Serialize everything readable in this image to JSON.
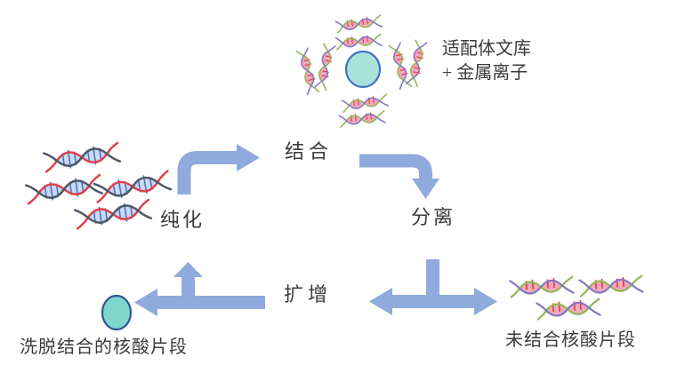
{
  "labels": {
    "library_line1": "适配体文库",
    "library_line2": "+ 金属离子",
    "bind": "结合",
    "separate": "分离",
    "amplify": "扩增",
    "purify": "纯化",
    "eluted": "洗脱结合的核酸片段",
    "unbound": "未结合核酸片段"
  },
  "colors": {
    "arrow": "#8faadc",
    "bead_fill_top": "#a9e2da",
    "bead_fill_bottom": "#7ed7cc",
    "bead_stroke": "#4472c4",
    "bead_stroke_dark": "#2f5496",
    "helix_blue_fill": "#ccd9f2",
    "helix_blue_strand_red": "#e0404a",
    "helix_blue_strand_dark": "#4d5866",
    "helix_blue_rung": "#4472c4",
    "helix_pink_fill": "#f2a9bc",
    "helix_pink_strand_green": "#8fb855",
    "helix_pink_strand_purple": "#8277c0",
    "helix_pink_rung": "#e03c3c",
    "text": "#3b3b3b"
  }
}
